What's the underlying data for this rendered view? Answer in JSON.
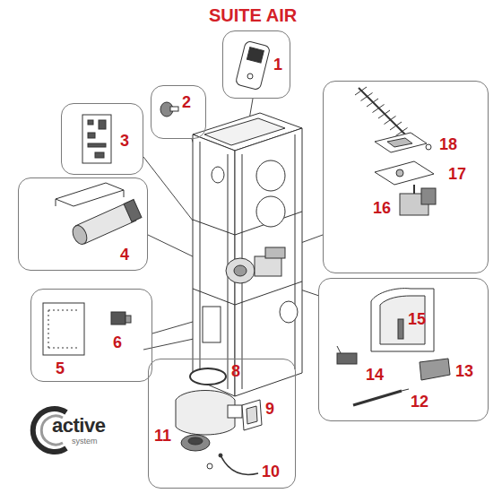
{
  "diagram": {
    "title": "SUITE AIR",
    "nodes": [
      {
        "text": [
          "1"
        ]
      },
      {
        "text": [
          "2"
        ]
      },
      {
        "text": [
          "3"
        ]
      },
      {
        "text": [
          "4"
        ]
      },
      {
        "text": [
          "5",
          "6"
        ]
      },
      {
        "text": [
          "8",
          "9",
          "10",
          "11"
        ]
      },
      {
        "text": [
          "18",
          "17",
          "16"
        ]
      },
      {
        "text": [
          "15",
          "14",
          "13",
          "12"
        ]
      }
    ],
    "labels": [
      "active",
      "system"
    ]
  }
}
